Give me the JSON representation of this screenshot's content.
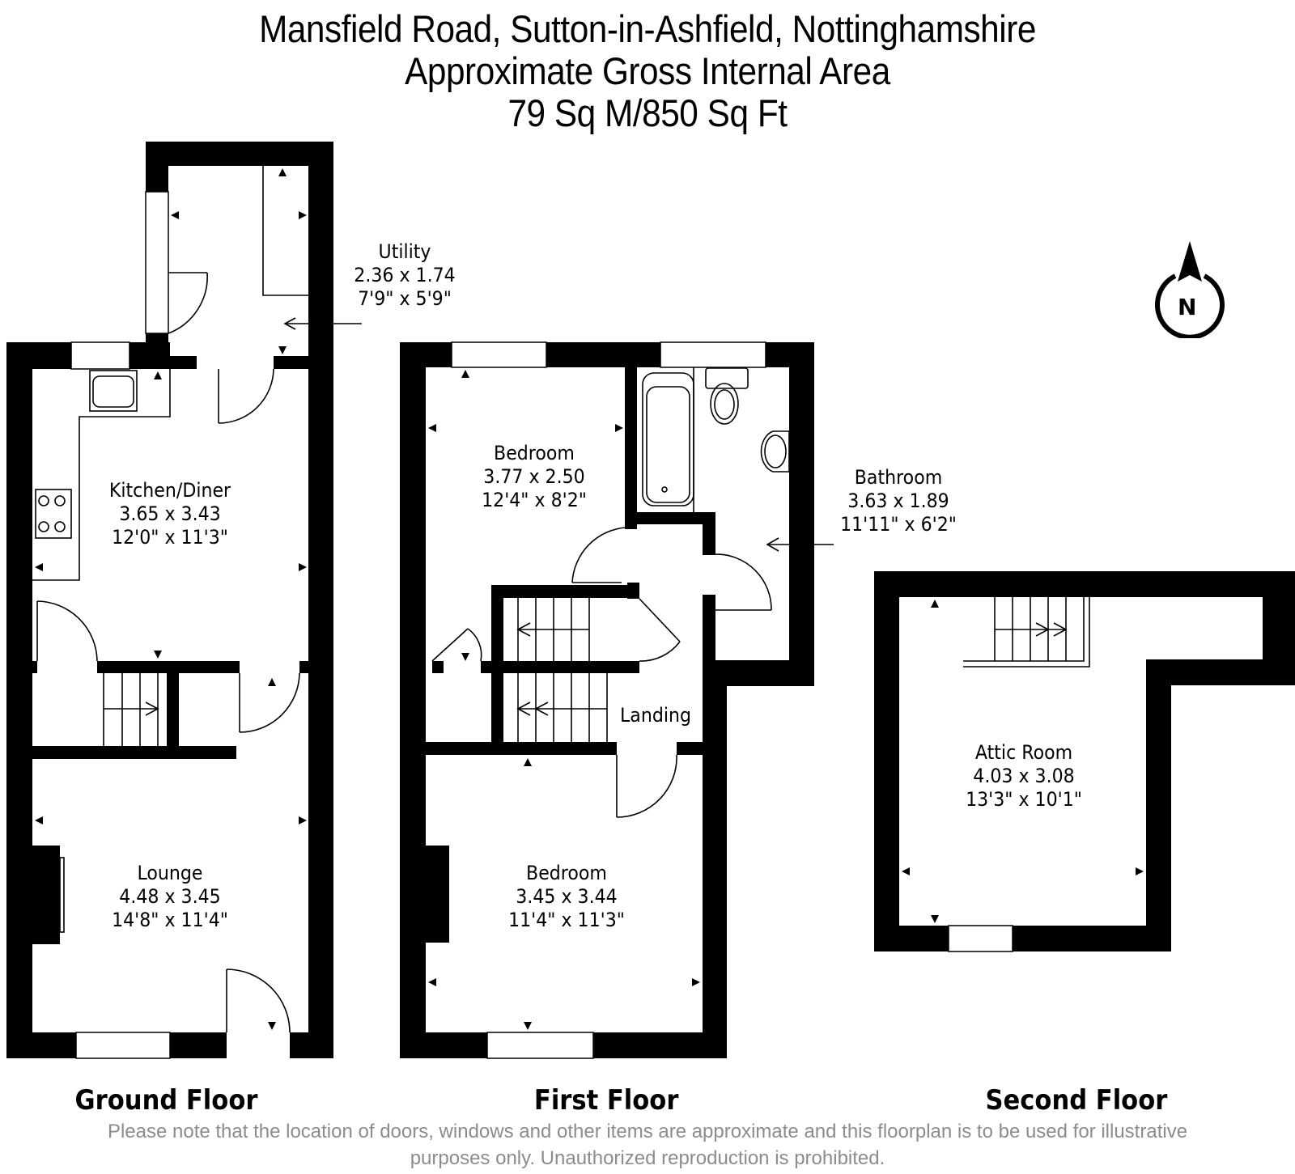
{
  "header": {
    "address": "Mansfield Road, Sutton-in-Ashfield, Nottinghamshire",
    "area_label": "Approximate Gross Internal Area",
    "area_value": "79 Sq M/850 Sq Ft"
  },
  "compass": {
    "icon": "north-arrow-icon",
    "letter": "N"
  },
  "floors": [
    {
      "name": "Ground Floor",
      "rooms": [
        {
          "name": "Utility",
          "metric": "2.36 x 1.74",
          "imperial": "7'9\" x 5'9\""
        },
        {
          "name": "Kitchen/Diner",
          "metric": "3.65 x 3.43",
          "imperial": "12'0\" x 11'3\""
        },
        {
          "name": "Lounge",
          "metric": "4.48 x 3.45",
          "imperial": "14'8\" x 11'4\""
        }
      ]
    },
    {
      "name": "First Floor",
      "rooms": [
        {
          "name": "Bedroom",
          "metric": "3.77 x 2.50",
          "imperial": "12'4\" x 8'2\""
        },
        {
          "name": "Bathroom",
          "metric": "3.63 x 1.89",
          "imperial": "11'11\" x 6'2\""
        },
        {
          "name": "Landing"
        },
        {
          "name": "Bedroom",
          "metric": "3.45 x 3.44",
          "imperial": "11'4\" x 11'3\""
        }
      ]
    },
    {
      "name": "Second Floor",
      "rooms": [
        {
          "name": "Attic Room",
          "metric": "4.03 x 3.08",
          "imperial": "13'3\" x 10'1\""
        }
      ]
    }
  ],
  "disclaimer": {
    "line1": "Please note that the location of doors, windows and other items are approximate and this floorplan is to be used for illustrative",
    "line2": "purposes only. Unauthorized reproduction is prohibited."
  }
}
